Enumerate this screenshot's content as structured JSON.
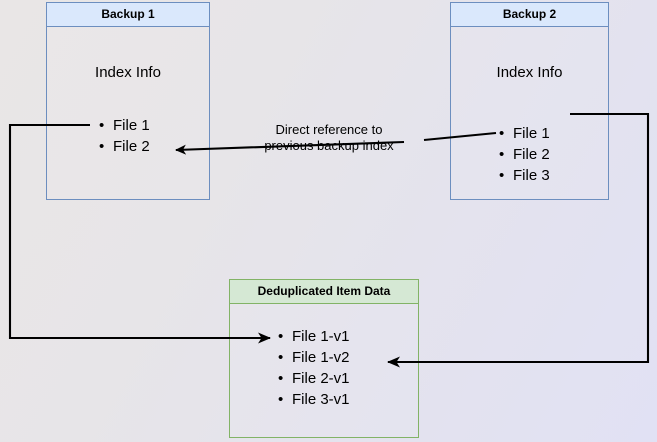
{
  "diagram": {
    "title": "Backup deduplication index reference diagram",
    "background_left_color": "#e9e6e6",
    "background_right_color": "#e1e1f4"
  },
  "nodes": {
    "backup1": {
      "header": "Backup 1",
      "section_label": "Index Info",
      "files": [
        "File 1",
        "File 2"
      ],
      "border_color": "#6c8ebf",
      "header_fill": "#dae8fc"
    },
    "backup2": {
      "header": "Backup 2",
      "section_label": "Index Info",
      "files": [
        "File 1",
        "File 2",
        "File 3"
      ],
      "border_color": "#6c8ebf",
      "header_fill": "#dae8fc"
    },
    "dedup": {
      "header": "Deduplicated Item Data",
      "files": [
        "File 1-v1",
        "File 1-v2",
        "File 2-v1",
        "File 3-v1"
      ],
      "border_color": "#82b366",
      "header_fill": "#d5e8d4"
    }
  },
  "labels": {
    "direct_reference_line1": "Direct reference to",
    "direct_reference_line2": "previous backup index"
  },
  "edges": [
    {
      "name": "backup1-file1-to-dedup-file1v1",
      "stroke": "#000000"
    },
    {
      "name": "backup2-file1-to-dedup-file1v2",
      "stroke": "#000000"
    },
    {
      "name": "backup2-file2-to-backup1-file2",
      "stroke": "#000000"
    }
  ]
}
